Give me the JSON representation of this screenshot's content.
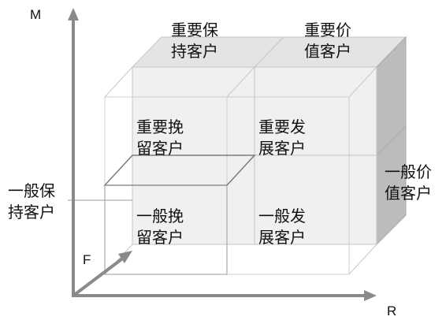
{
  "axes": {
    "m": "M",
    "r": "R",
    "f": "F"
  },
  "segments": {
    "important_keep": [
      "重要保",
      "持客户"
    ],
    "important_value": [
      "重要价",
      "值客户"
    ],
    "important_retain": [
      "重要挽",
      "留客户"
    ],
    "important_develop": [
      "重要发",
      "展客户"
    ],
    "general_keep": [
      "一般保",
      "持客户"
    ],
    "general_value": [
      "一般价",
      "值客户"
    ],
    "general_retain": [
      "一般挽",
      "留客户"
    ],
    "general_develop": [
      "一般发",
      "展客户"
    ]
  },
  "colors": {
    "axis": "#8a8a8a",
    "front_face": "#f0f0f0",
    "top_face": "#e4e4e4",
    "side_face": "#bcbcbc",
    "edge": "#c4c4c4",
    "text": "#111111"
  }
}
